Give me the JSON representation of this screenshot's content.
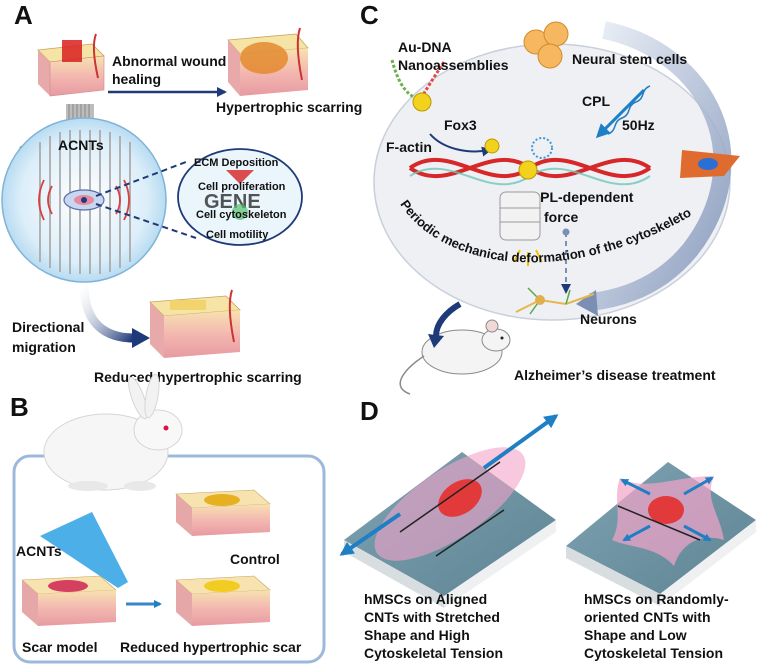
{
  "panels": {
    "a": {
      "letter": "A",
      "labels": {
        "abnormal": "Abnormal wound",
        "healing": "healing",
        "hypertrophic": "Hypertrophic scarring",
        "acnts": "ACNTs",
        "ecm": "ECM Deposition",
        "proliferation": "Cell proliferation",
        "gene": "GENE",
        "cytoskeleton": "Cell cytoskeleton",
        "motility": "Cell motility",
        "directional": "Directional",
        "migration": "migration",
        "reduced": "Reduced hypertrophic scarring"
      }
    },
    "b": {
      "letter": "B",
      "labels": {
        "acnts": "ACNTs",
        "control": "Control",
        "scar_model": "Scar model",
        "reduced_scar": "Reduced hypertrophic scar"
      }
    },
    "c": {
      "letter": "C",
      "labels": {
        "audna_1": "Au-DNA",
        "audna_2": "Nanoassemblies",
        "nsc": "Neural stem cells",
        "cpl": "CPL",
        "hz": "50Hz",
        "fox3": "Fox3",
        "factin": "F-actin",
        "cpl_dep_1": "CPL-dependent",
        "cpl_dep_2": "force",
        "periodic": "Periodic mechanical deformation of the cytoskeleton",
        "neurons": "Neurons",
        "alz": "Alzheimer’s disease treatment"
      }
    },
    "d": {
      "letter": "D",
      "labels": {
        "left_1": "hMSCs on Aligned",
        "left_2": "CNTs with Stretched",
        "left_3": "Shape and High",
        "left_4": "Cytoskeletal Tension",
        "right_1": "hMSCs on Randomly-",
        "right_2": "oriented CNTs with",
        "right_3": "Shape and Low",
        "right_4": "Cytoskeletal Tension"
      }
    }
  },
  "colors": {
    "navy": "#1f3a78",
    "arrow_blue": "#1e7fc4",
    "scar_red": "#d93b3b",
    "dna_red": "#d62828",
    "gold": "#f2c400",
    "skin_pink": "#f2b8b8",
    "plate": "#6f93a3"
  }
}
